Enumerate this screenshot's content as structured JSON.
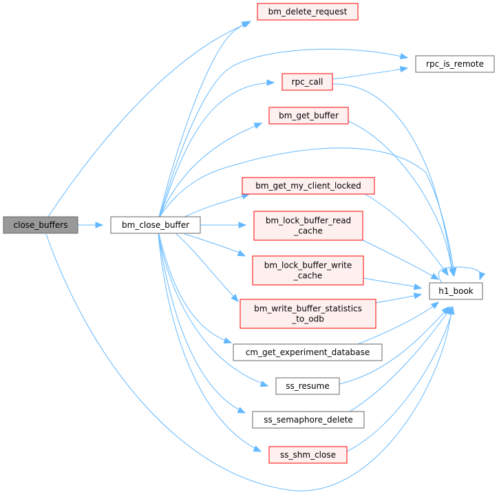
{
  "colors": {
    "edge": "#63b8ff",
    "focus_fill": "#999999",
    "focus_border": "#666666",
    "plain_fill": "#ffffff",
    "plain_border": "#666666",
    "warn_fill": "#fff0f0",
    "warn_border": "#ff0000"
  },
  "nodes": [
    {
      "id": "close_buffers",
      "lines": [
        "close_buffers"
      ],
      "style": "focus"
    },
    {
      "id": "bm_close_buffer",
      "lines": [
        "bm_close_buffer"
      ],
      "style": "plain"
    },
    {
      "id": "bm_delete_request",
      "lines": [
        "bm_delete_request"
      ],
      "style": "warn"
    },
    {
      "id": "rpc_is_remote",
      "lines": [
        "rpc_is_remote"
      ],
      "style": "plain"
    },
    {
      "id": "rpc_call",
      "lines": [
        "rpc_call"
      ],
      "style": "warn"
    },
    {
      "id": "bm_get_buffer",
      "lines": [
        "bm_get_buffer"
      ],
      "style": "warn"
    },
    {
      "id": "bm_get_my_client_locked",
      "lines": [
        "bm_get_my_client_locked"
      ],
      "style": "warn"
    },
    {
      "id": "bm_lock_buffer_read_cache",
      "lines": [
        "bm_lock_buffer_read",
        "_cache"
      ],
      "style": "warn"
    },
    {
      "id": "bm_lock_buffer_write_cache",
      "lines": [
        "bm_lock_buffer_write",
        "_cache"
      ],
      "style": "warn"
    },
    {
      "id": "bm_write_buffer_statistics_to_odb",
      "lines": [
        "bm_write_buffer_statistics",
        "_to_odb"
      ],
      "style": "warn"
    },
    {
      "id": "cm_get_experiment_database",
      "lines": [
        "cm_get_experiment_database"
      ],
      "style": "plain"
    },
    {
      "id": "ss_resume",
      "lines": [
        "ss_resume"
      ],
      "style": "plain"
    },
    {
      "id": "ss_semaphore_delete",
      "lines": [
        "ss_semaphore_delete"
      ],
      "style": "plain"
    },
    {
      "id": "ss_shm_close",
      "lines": [
        "ss_shm_close"
      ],
      "style": "warn"
    },
    {
      "id": "h1_book",
      "lines": [
        "h1_book"
      ],
      "style": "plain"
    }
  ],
  "edges": [
    {
      "from": "close_buffers",
      "to": "bm_close_buffer"
    },
    {
      "from": "close_buffers",
      "to": "bm_delete_request"
    },
    {
      "from": "close_buffers",
      "to": "h1_book"
    },
    {
      "from": "bm_close_buffer",
      "to": "bm_delete_request"
    },
    {
      "from": "bm_close_buffer",
      "to": "rpc_is_remote"
    },
    {
      "from": "bm_close_buffer",
      "to": "rpc_call"
    },
    {
      "from": "bm_close_buffer",
      "to": "bm_get_buffer"
    },
    {
      "from": "bm_close_buffer",
      "to": "h1_book"
    },
    {
      "from": "bm_close_buffer",
      "to": "bm_get_my_client_locked"
    },
    {
      "from": "bm_close_buffer",
      "to": "bm_lock_buffer_read_cache"
    },
    {
      "from": "bm_close_buffer",
      "to": "bm_lock_buffer_write_cache"
    },
    {
      "from": "bm_close_buffer",
      "to": "bm_write_buffer_statistics_to_odb"
    },
    {
      "from": "bm_close_buffer",
      "to": "cm_get_experiment_database"
    },
    {
      "from": "bm_close_buffer",
      "to": "ss_resume"
    },
    {
      "from": "bm_close_buffer",
      "to": "ss_semaphore_delete"
    },
    {
      "from": "bm_close_buffer",
      "to": "ss_shm_close"
    },
    {
      "from": "rpc_call",
      "to": "rpc_is_remote"
    },
    {
      "from": "rpc_call",
      "to": "h1_book"
    },
    {
      "from": "bm_get_buffer",
      "to": "h1_book"
    },
    {
      "from": "bm_get_my_client_locked",
      "to": "h1_book"
    },
    {
      "from": "bm_lock_buffer_read_cache",
      "to": "h1_book"
    },
    {
      "from": "bm_lock_buffer_write_cache",
      "to": "h1_book"
    },
    {
      "from": "bm_write_buffer_statistics_to_odb",
      "to": "h1_book"
    },
    {
      "from": "cm_get_experiment_database",
      "to": "h1_book"
    },
    {
      "from": "ss_resume",
      "to": "h1_book"
    },
    {
      "from": "ss_semaphore_delete",
      "to": "h1_book"
    },
    {
      "from": "ss_shm_close",
      "to": "h1_book"
    },
    {
      "from": "h1_book",
      "to": "h1_book"
    }
  ]
}
